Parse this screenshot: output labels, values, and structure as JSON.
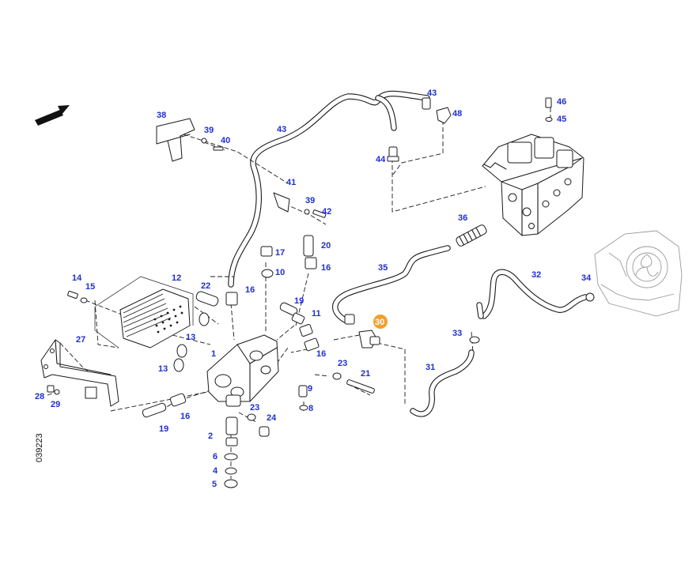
{
  "drawing_number": "039223",
  "highlight_color": "#f0a030",
  "label_color": "#1f2fd0",
  "labels": {
    "l1": "1",
    "l2": "2",
    "l4": "4",
    "l5": "5",
    "l6": "6",
    "l8": "8",
    "l9": "9",
    "l10": "10",
    "l11": "11",
    "l12": "12",
    "l13a": "13",
    "l13b": "13",
    "l14": "14",
    "l15": "15",
    "l16a": "16",
    "l16b": "16",
    "l16c": "16",
    "l16d": "16",
    "l17": "17",
    "l19a": "19",
    "l19b": "19",
    "l20": "20",
    "l21": "21",
    "l22": "22",
    "l23a": "23",
    "l23b": "23",
    "l24": "24",
    "l27": "27",
    "l28": "28",
    "l29": "29",
    "l30": "30",
    "l31": "31",
    "l32": "32",
    "l33": "33",
    "l34": "34",
    "l35": "35",
    "l36": "36",
    "l38": "38",
    "l39a": "39",
    "l39b": "39",
    "l40": "40",
    "l41": "41",
    "l42": "42",
    "l43a": "43",
    "l43b": "43",
    "l44": "44",
    "l45": "45",
    "l46": "46",
    "l48": "48"
  }
}
